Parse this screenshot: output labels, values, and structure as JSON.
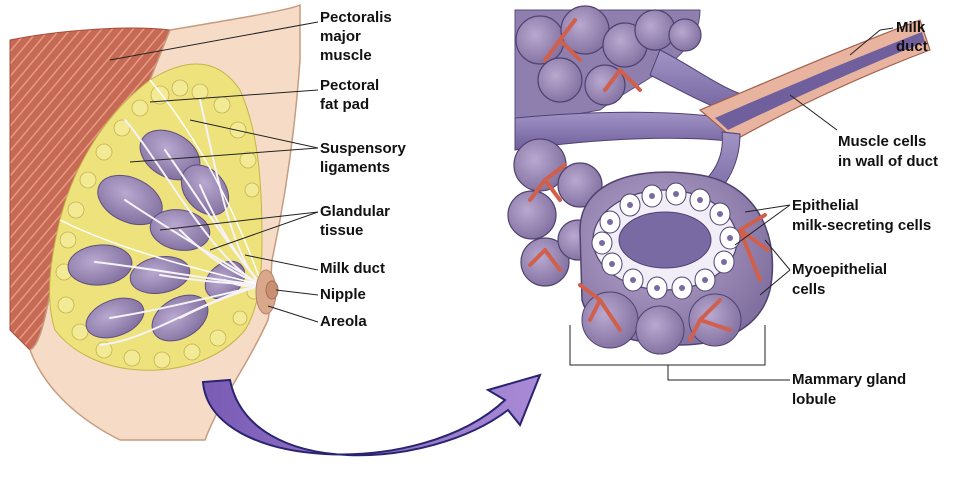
{
  "left_labels": {
    "pectoralis_1": "Pectoralis",
    "pectoralis_2": "major",
    "pectoralis_3": "muscle",
    "fat_pad_1": "Pectoral",
    "fat_pad_2": "fat pad",
    "suspensory_1": "Suspensory",
    "suspensory_2": "ligaments",
    "glandular_1": "Glandular",
    "glandular_2": "tissue",
    "milk_duct": "Milk duct",
    "nipple": "Nipple",
    "areola": "Areola"
  },
  "right_labels": {
    "milk_duct_1": "Milk",
    "milk_duct_2": "duct",
    "muscle_cells_1": "Muscle cells",
    "muscle_cells_2": "in wall of duct",
    "epithelial_1": "Epithelial",
    "epithelial_2": "milk-secreting cells",
    "myoepithelial_1": "Myoepithelial",
    "myoepithelial_2": "cells",
    "lobule_1": "Mammary gland",
    "lobule_2": "lobule"
  },
  "colors": {
    "muscle": "#c8705a",
    "skin": "#f6dcc6",
    "fat": "#eee07a",
    "gland": "#9c8ab4",
    "duct": "#8a7cb0",
    "arrow": "#8f6fc0",
    "myoepithelial": "#d0604c"
  }
}
